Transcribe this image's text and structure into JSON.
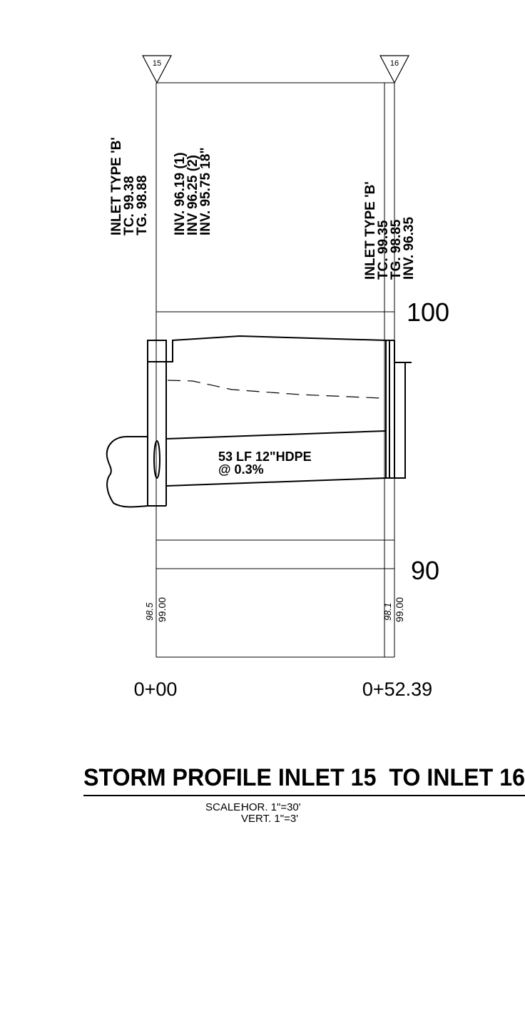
{
  "inlets": [
    {
      "id": "15",
      "lines": [
        "INLET TYPE 'B'",
        "TC. 99.38",
        "TG. 98.88",
        "INV. 96.19 (1)",
        "INV 96.25 (2)",
        "INV. 95.75 18\""
      ]
    },
    {
      "id": "16",
      "lines": [
        "INLET TYPE 'B'",
        "TC. 99.35",
        "TG. 98.85",
        "INV. 96.35"
      ]
    }
  ],
  "elevations": {
    "upper": "100",
    "lower": "90"
  },
  "pipe": {
    "line1": "53 LF 12\"HDPE",
    "line2": "@ 0.3%"
  },
  "ground": {
    "left": {
      "existing": "98.5",
      "proposed": "99.00"
    },
    "right": {
      "existing": "98.1",
      "proposed": "99.00"
    }
  },
  "stations": {
    "start": "0+00",
    "end": "0+52.39"
  },
  "title": "STORM PROFILE INLET 15  TO INLET 16",
  "scale": {
    "label": "SCALE:",
    "hor": "HOR. 1\"=30'",
    "vert": "VERT. 1\"=3'"
  }
}
